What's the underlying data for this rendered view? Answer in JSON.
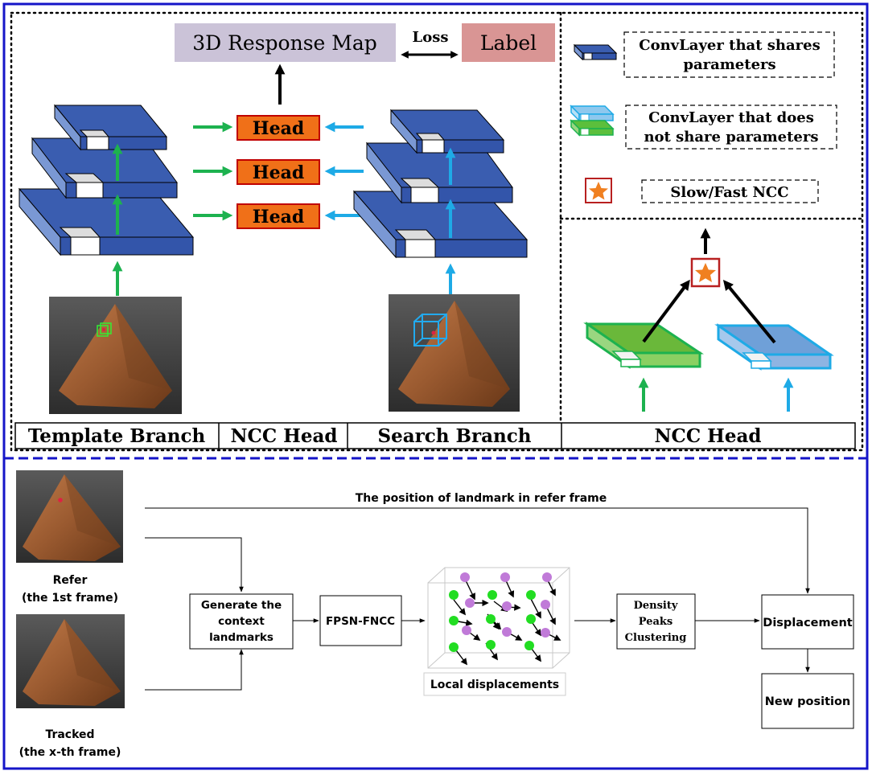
{
  "top": {
    "response_map": "3D Response Map",
    "loss": "Loss",
    "label": "Label",
    "head_label": "Head",
    "branches": {
      "template": "Template Branch",
      "ncc_head": "NCC Head",
      "search": "Search Branch"
    }
  },
  "legend": {
    "shared_line1": "ConvLayer that shares",
    "shared_line2": "parameters",
    "unshared_line1": "ConvLayer that does",
    "unshared_line2": "not share parameters",
    "ncc": "Slow/Fast NCC"
  },
  "ncc_panel": {
    "title": "NCC Head"
  },
  "bottom": {
    "position_caption": "The position of landmark in refer frame",
    "refer_line1": "Refer",
    "refer_line2": "(the 1st frame)",
    "tracked_line1": "Tracked",
    "tracked_line2": "(the x-th frame)",
    "generate_line1": "Generate the",
    "generate_line2": "context",
    "generate_line3": "landmarks",
    "fpsn": "FPSN-FNCC",
    "local": "Local displacements",
    "density_line1": "Density",
    "density_line2": "Peaks",
    "density_line3": "Clustering",
    "displacement": "Displacement",
    "new_position": "New position"
  },
  "colors": {
    "frame_blue": "#1515c8",
    "layer_blue": "#3355aa",
    "head_orange": "#f07018",
    "arrow_green": "#1db24f",
    "arrow_cyan": "#1eaae6",
    "map_lilac": "#cbc3d8",
    "label_rose": "#d99594",
    "star_orange": "#f08020",
    "point_green": "#22dd22",
    "point_purple": "#c07ad8"
  }
}
